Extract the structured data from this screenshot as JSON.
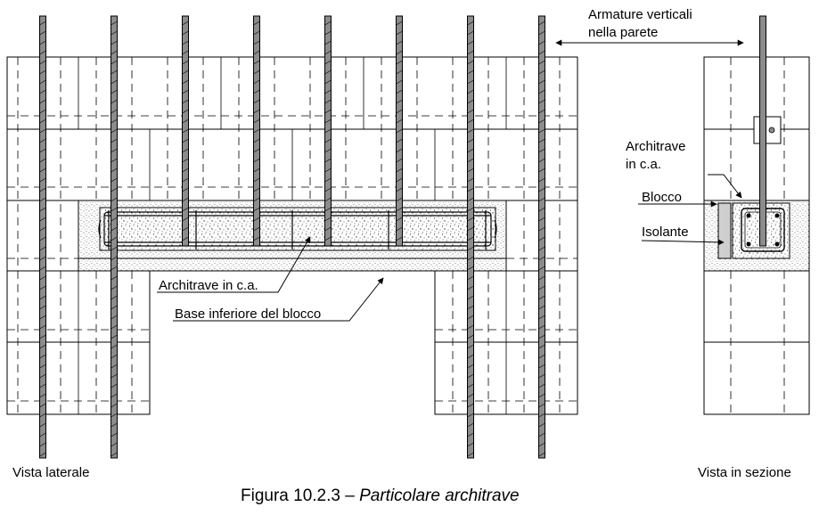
{
  "labels": {
    "vertical_rebar": [
      "Armature verticali",
      "nella parete"
    ],
    "lintel_side": "Architrave in c.a.",
    "block_base": "Base inferiore del blocco",
    "lintel_section": [
      "Architrave",
      "in c.a."
    ],
    "block": "Blocco",
    "insulation": "Isolante",
    "side_view": "Vista laterale",
    "section_view": "Vista in sezione"
  },
  "caption": {
    "number": "Figura 10.2.3 – ",
    "title": "Particolare architrave"
  },
  "colors": {
    "line": "#000000",
    "rebar_fill": "#8c8c8c",
    "concrete_dots": "#303030",
    "insulation_fill": "#cfcfcf"
  }
}
